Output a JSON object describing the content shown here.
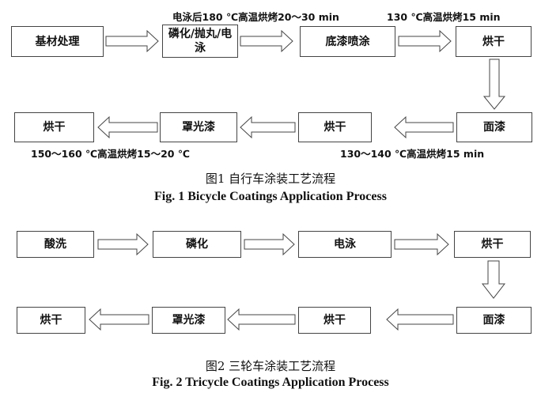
{
  "figure1": {
    "steps": {
      "substrate": "基材处理",
      "pretreat": "磷化/抛丸/电泳",
      "primer": "底漆喷涂",
      "dry1": "烘干",
      "topcoat": "面漆",
      "dry2": "烘干",
      "clearcoat": "罩光漆",
      "dry3": "烘干"
    },
    "notes": {
      "ecoat_bake": "电泳后180 ℃高温烘烤20～30 min",
      "primer_bake": "130 ℃高温烘烤15 min",
      "topcoat_bake": "130～140 ℃高温烘烤15 min",
      "clear_bake": "150～160 ℃高温烘烤15～20 ℃"
    },
    "caption_zh": "图1   自行车涂装工艺流程",
    "caption_en": "Fig. 1   Bicycle Coatings Application Process"
  },
  "figure2": {
    "steps": {
      "pickling": "酸洗",
      "phosphating": "磷化",
      "ecoat": "电泳",
      "dry1": "烘干",
      "topcoat": "面漆",
      "dry2": "烘干",
      "clearcoat": "罩光漆",
      "dry3": "烘干"
    },
    "caption_zh": "图2   三轮车涂装工艺流程",
    "caption_en": "Fig. 2   Tricycle Coatings Application Process"
  }
}
